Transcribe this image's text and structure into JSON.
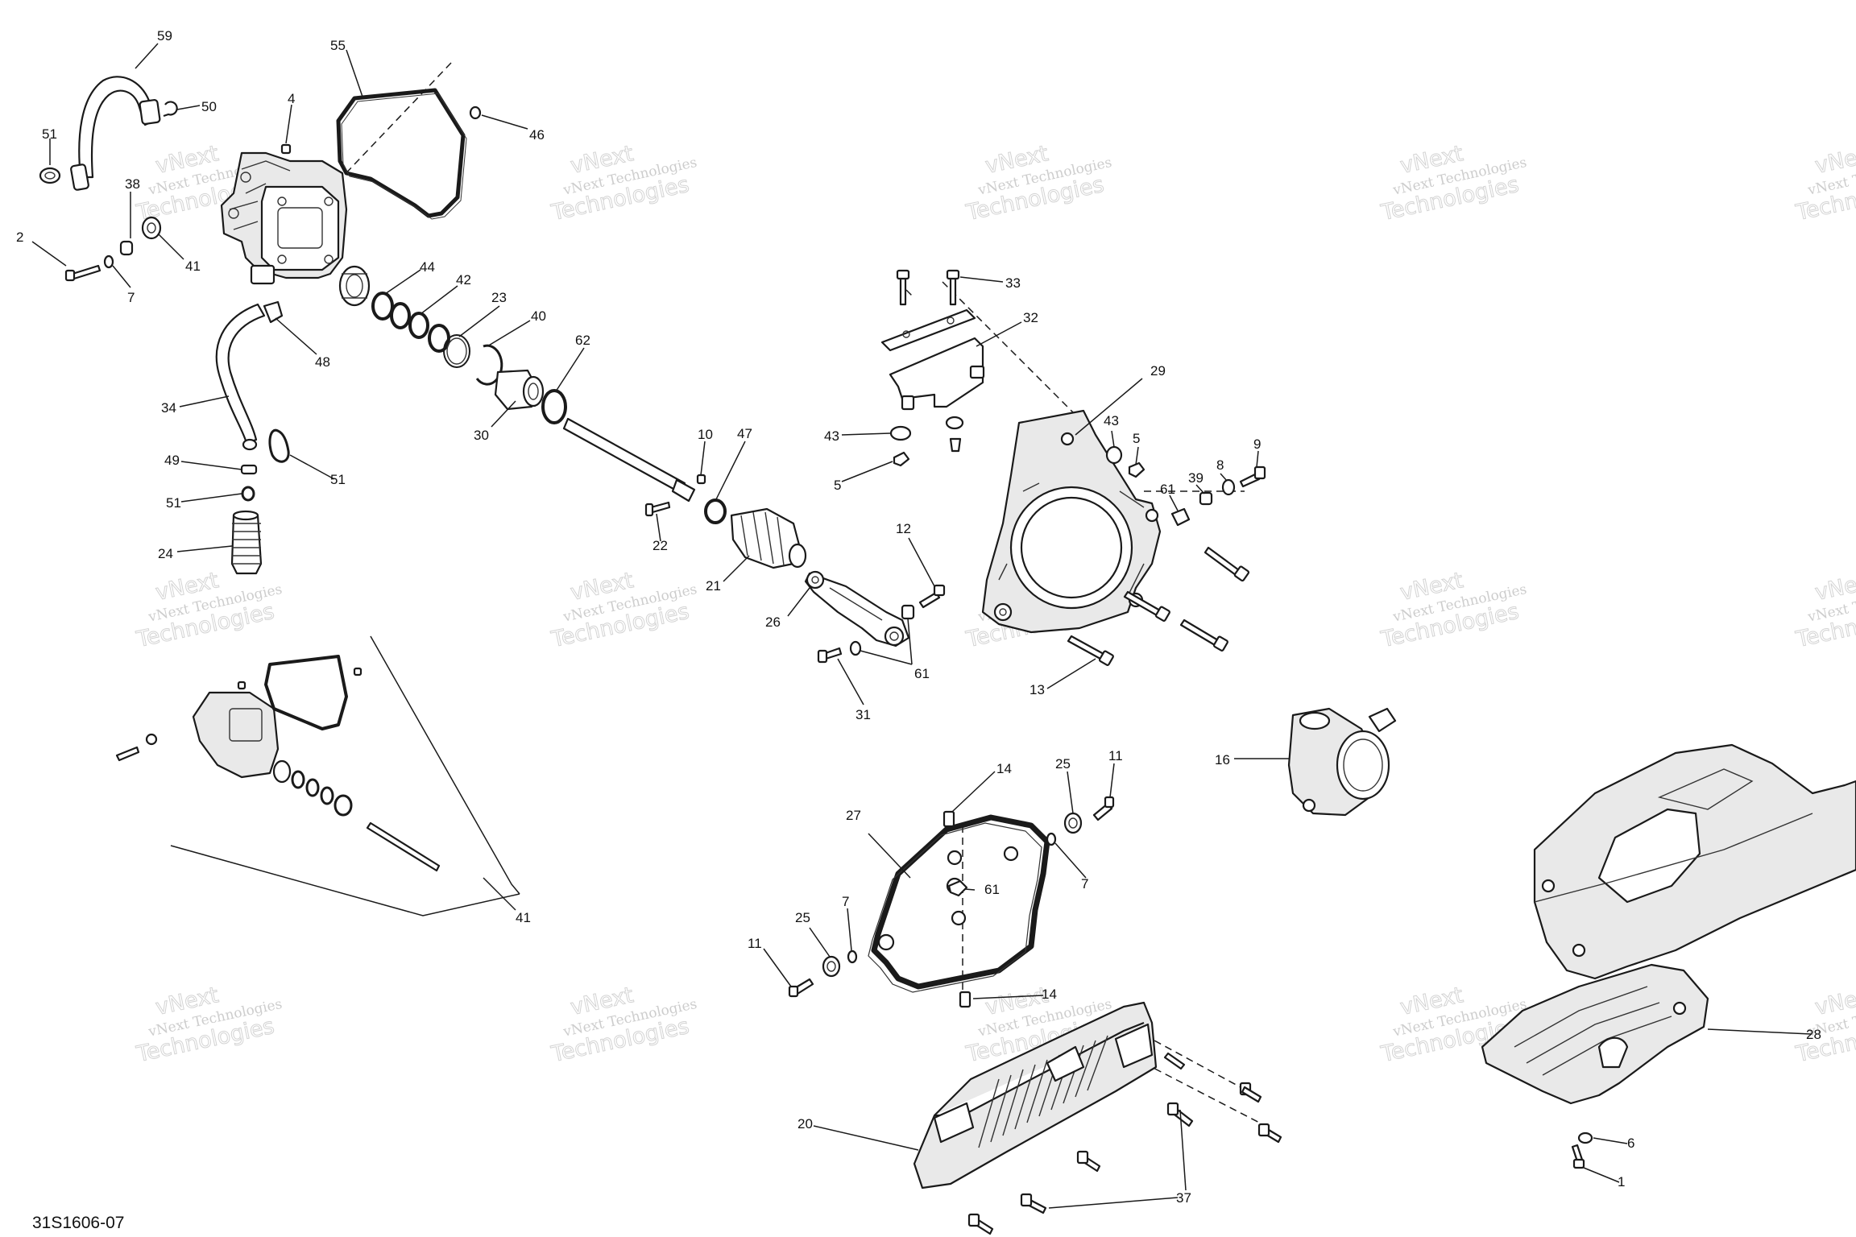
{
  "diagram": {
    "reference_code": "31S1606-07",
    "watermark": {
      "line1": "vNext Technologies",
      "line2": "Technologies",
      "top": "vNext"
    },
    "callouts": [
      "59",
      "50",
      "51",
      "38",
      "41",
      "2",
      "7",
      "4",
      "55",
      "46",
      "44",
      "42",
      "23",
      "40",
      "62",
      "30",
      "48",
      "34",
      "49",
      "51",
      "51",
      "24",
      "10",
      "22",
      "47",
      "21",
      "33",
      "32",
      "43",
      "5",
      "29",
      "43",
      "5",
      "61",
      "39",
      "8",
      "9",
      "12",
      "26",
      "61",
      "31",
      "13",
      "16",
      "14",
      "25",
      "11",
      "27",
      "61",
      "7",
      "25",
      "7",
      "11",
      "14",
      "20",
      "37",
      "28",
      "6",
      "1",
      "41"
    ]
  }
}
